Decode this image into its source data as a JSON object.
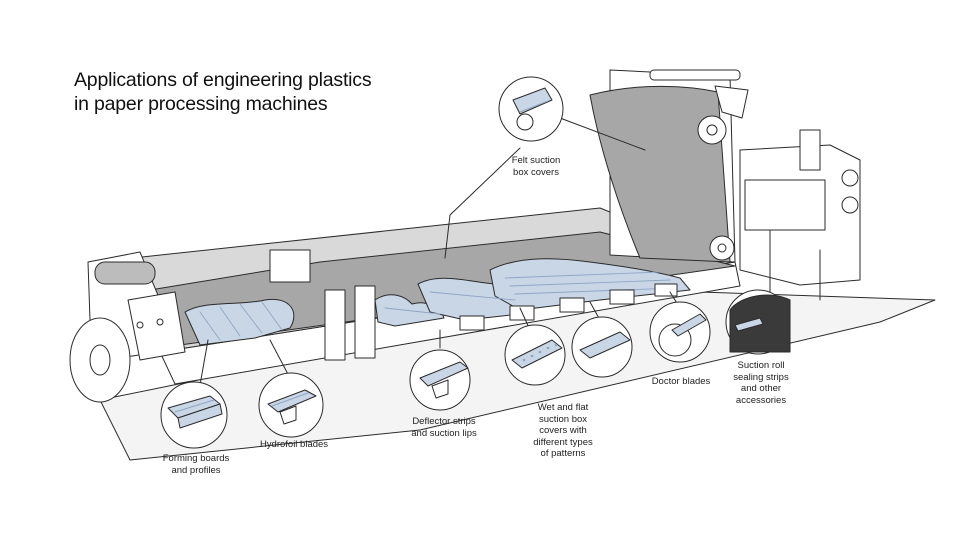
{
  "title": {
    "line1": "Applications of engineering plastics",
    "line2": "in paper processing machines"
  },
  "callouts": {
    "felt_suction": {
      "line1": "Felt suction",
      "line2": "box covers"
    },
    "forming_boards": {
      "line1": "Forming boards",
      "line2": "and profiles"
    },
    "hydrofoil": {
      "line1": "Hydrofoil blades"
    },
    "deflector": {
      "line1": "Deflector strips",
      "line2": "and suction lips"
    },
    "wet_flat": {
      "line1": "Wet and flat",
      "line2": "suction box",
      "line3": "covers with",
      "line4": "different types",
      "line5": "of patterns"
    },
    "doctor": {
      "line1": "Doctor blades"
    },
    "suction_roll": {
      "line1": "Suction roll",
      "line2": "sealing strips",
      "line3": "and other",
      "line4": "accessories"
    }
  },
  "colors": {
    "felt": "#a7a7a7",
    "wire": "#c9d6e6",
    "wire_line": "#8fa6c4",
    "outline": "#2b2b2b",
    "frame": "#ffffff",
    "floor": "#f2f2f2"
  }
}
